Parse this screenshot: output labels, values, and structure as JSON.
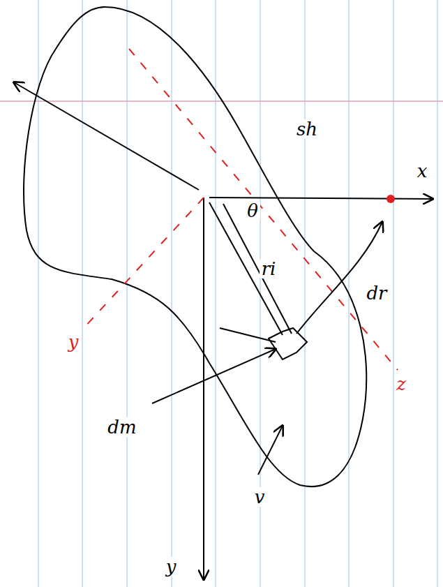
{
  "diagram": {
    "labels": [
      "sh",
      "θ",
      "ri",
      "dr",
      "dm",
      "v",
      "x",
      "y",
      "z",
      "y"
    ]
  }
}
